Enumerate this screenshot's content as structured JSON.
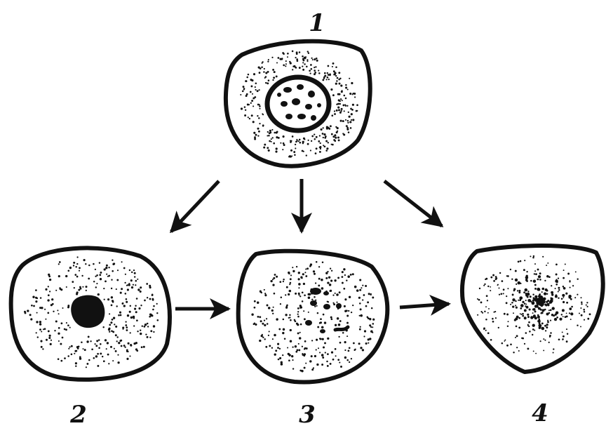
{
  "labels": {
    "cell_1": "1",
    "cell_2": "2",
    "cell_3": "3",
    "cell_4": "4"
  },
  "colors": {
    "ink": "#111111",
    "paper": "#ffffff"
  }
}
